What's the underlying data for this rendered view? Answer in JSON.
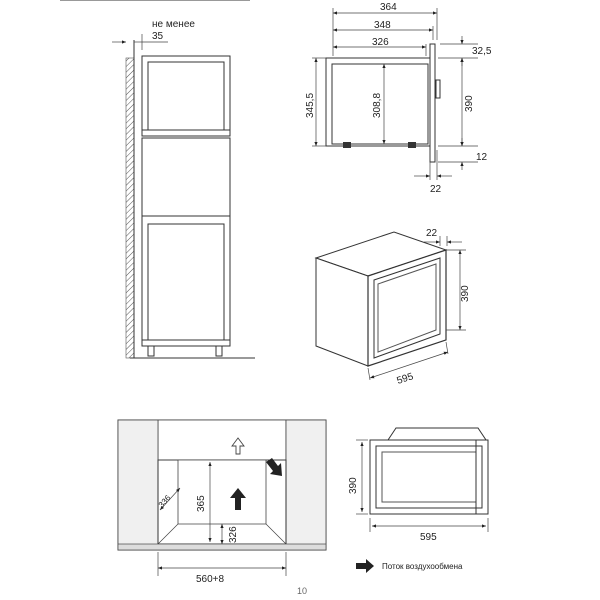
{
  "column": {
    "min_note": "не менее",
    "min_value": "35"
  },
  "side_view": {
    "dim_364": "364",
    "dim_348": "348",
    "dim_326": "326",
    "dim_32_5": "32,5",
    "dim_345_5": "345,5",
    "dim_308_8": "308,8",
    "dim_390": "390",
    "dim_12": "12",
    "dim_22": "22"
  },
  "iso_view": {
    "dim_22": "22",
    "dim_390": "390",
    "dim_595": "595"
  },
  "niche": {
    "dim_336": "336",
    "dim_365": "365",
    "dim_326": "326",
    "dim_width": "560+8"
  },
  "front_view": {
    "dim_390": "390",
    "dim_595": "595"
  },
  "legend": {
    "airflow": "Поток воздухообмена"
  },
  "page_number": "10"
}
